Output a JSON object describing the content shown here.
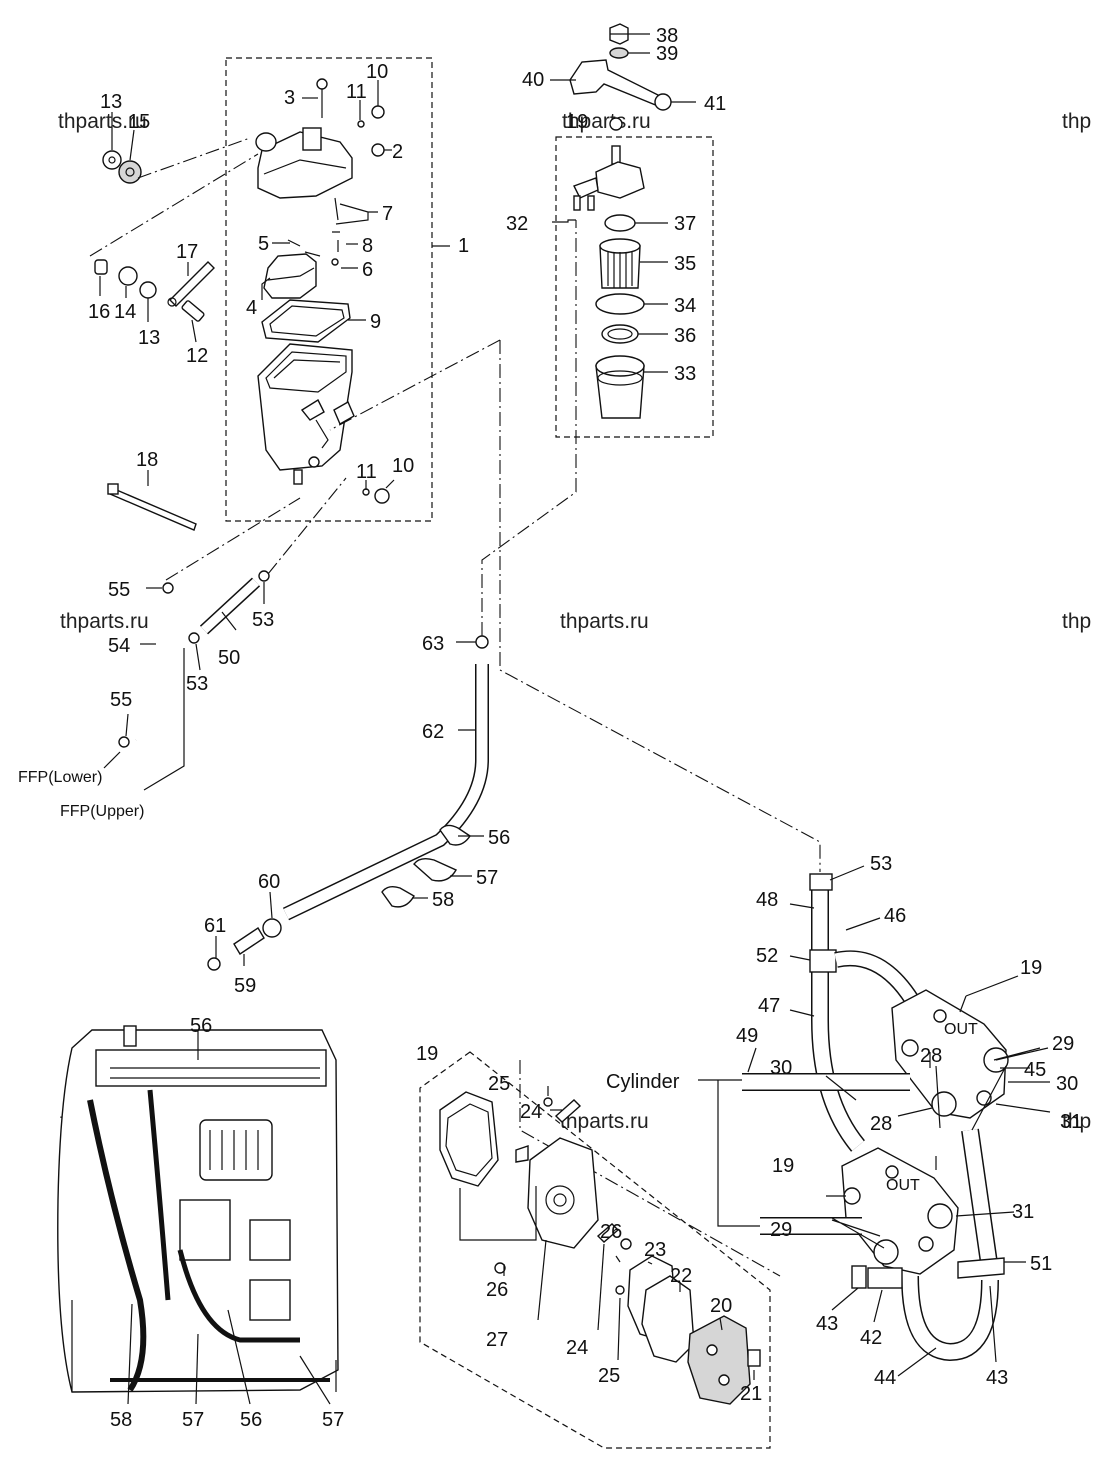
{
  "watermarks": [
    {
      "text": "thparts.ru"
    },
    {
      "text": "thparts.ru"
    },
    {
      "text": "thparts.ru"
    },
    {
      "text": "thparts.ru"
    },
    {
      "text": "thparts.ru"
    },
    {
      "text": "thp"
    },
    {
      "text": "thp"
    },
    {
      "text": "thp"
    }
  ],
  "text_labels": {
    "ffp_lower": "FFP(Lower)",
    "ffp_upper": "FFP(Upper)",
    "cylinder": "Cylinder"
  },
  "callouts": [
    {
      "id": "c1",
      "text": "1"
    },
    {
      "id": "c2",
      "text": "2"
    },
    {
      "id": "c3",
      "text": "3"
    },
    {
      "id": "c4",
      "text": "4"
    },
    {
      "id": "c5",
      "text": "5"
    },
    {
      "id": "c6",
      "text": "6"
    },
    {
      "id": "c7",
      "text": "7"
    },
    {
      "id": "c8",
      "text": "8"
    },
    {
      "id": "c9",
      "text": "9"
    },
    {
      "id": "c10a",
      "text": "10"
    },
    {
      "id": "c10b",
      "text": "10"
    },
    {
      "id": "c11a",
      "text": "11"
    },
    {
      "id": "c11b",
      "text": "11"
    },
    {
      "id": "c12",
      "text": "12"
    },
    {
      "id": "c13a",
      "text": "13"
    },
    {
      "id": "c13b",
      "text": "13"
    },
    {
      "id": "c14",
      "text": "14"
    },
    {
      "id": "c15",
      "text": "15"
    },
    {
      "id": "c16",
      "text": "16"
    },
    {
      "id": "c17",
      "text": "17"
    },
    {
      "id": "c18",
      "text": "18"
    },
    {
      "id": "c19a",
      "text": "19"
    },
    {
      "id": "c19b",
      "text": "19"
    },
    {
      "id": "c19c",
      "text": "19"
    },
    {
      "id": "c19d",
      "text": "19"
    },
    {
      "id": "c20",
      "text": "20"
    },
    {
      "id": "c21",
      "text": "21"
    },
    {
      "id": "c22",
      "text": "22"
    },
    {
      "id": "c23",
      "text": "23"
    },
    {
      "id": "c24a",
      "text": "24"
    },
    {
      "id": "c24b",
      "text": "24"
    },
    {
      "id": "c25a",
      "text": "25"
    },
    {
      "id": "c25b",
      "text": "25"
    },
    {
      "id": "c26a",
      "text": "26"
    },
    {
      "id": "c26b",
      "text": "26"
    },
    {
      "id": "c27",
      "text": "27"
    },
    {
      "id": "c28a",
      "text": "28"
    },
    {
      "id": "c28b",
      "text": "28"
    },
    {
      "id": "c29a",
      "text": "29"
    },
    {
      "id": "c29b",
      "text": "29"
    },
    {
      "id": "c30a",
      "text": "30"
    },
    {
      "id": "c30b",
      "text": "30"
    },
    {
      "id": "c31a",
      "text": "31"
    },
    {
      "id": "c31b",
      "text": "31"
    },
    {
      "id": "c32",
      "text": "32"
    },
    {
      "id": "c33",
      "text": "33"
    },
    {
      "id": "c34",
      "text": "34"
    },
    {
      "id": "c35",
      "text": "35"
    },
    {
      "id": "c36",
      "text": "36"
    },
    {
      "id": "c37",
      "text": "37"
    },
    {
      "id": "c38",
      "text": "38"
    },
    {
      "id": "c39",
      "text": "39"
    },
    {
      "id": "c40",
      "text": "40"
    },
    {
      "id": "c41",
      "text": "41"
    },
    {
      "id": "c42",
      "text": "42"
    },
    {
      "id": "c43a",
      "text": "43"
    },
    {
      "id": "c43b",
      "text": "43"
    },
    {
      "id": "c44",
      "text": "44"
    },
    {
      "id": "c45",
      "text": "45"
    },
    {
      "id": "c46",
      "text": "46"
    },
    {
      "id": "c47",
      "text": "47"
    },
    {
      "id": "c48",
      "text": "48"
    },
    {
      "id": "c49",
      "text": "49"
    },
    {
      "id": "c50",
      "text": "50"
    },
    {
      "id": "c51",
      "text": "51"
    },
    {
      "id": "c52",
      "text": "52"
    },
    {
      "id": "c53a",
      "text": "53"
    },
    {
      "id": "c53b",
      "text": "53"
    },
    {
      "id": "c53c",
      "text": "53"
    },
    {
      "id": "c54",
      "text": "54"
    },
    {
      "id": "c55a",
      "text": "55"
    },
    {
      "id": "c55b",
      "text": "55"
    },
    {
      "id": "c56a",
      "text": "56"
    },
    {
      "id": "c56b",
      "text": "56"
    },
    {
      "id": "c56c",
      "text": "56"
    },
    {
      "id": "c57a",
      "text": "57"
    },
    {
      "id": "c57b",
      "text": "57"
    },
    {
      "id": "c57c",
      "text": "57"
    },
    {
      "id": "c58a",
      "text": "58"
    },
    {
      "id": "c58b",
      "text": "58"
    },
    {
      "id": "c59",
      "text": "59"
    },
    {
      "id": "c60",
      "text": "60"
    },
    {
      "id": "c61",
      "text": "61"
    },
    {
      "id": "c62",
      "text": "62"
    },
    {
      "id": "c63",
      "text": "63"
    }
  ]
}
